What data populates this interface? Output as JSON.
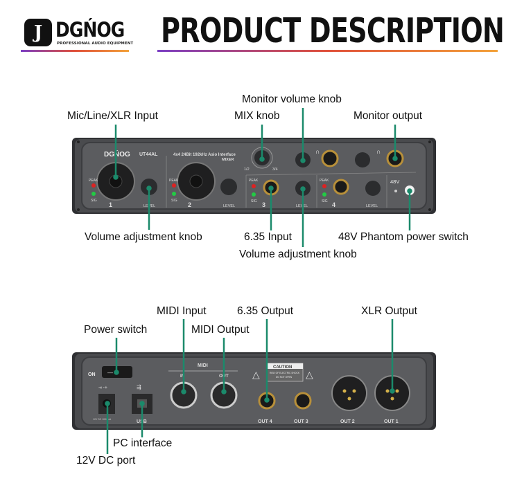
{
  "header": {
    "brand": "DGŃOG",
    "brand_tagline": "PROFESSIONAL AUDIO EQUIPMENT",
    "title": "PRODUCT DESCRIPTION",
    "accent_gradient": [
      "#7b3fc4",
      "#e0503a",
      "#f3a23a"
    ]
  },
  "colors": {
    "leader_line": "#1b8a6b",
    "device_body": "#4a4b4e",
    "faceplate": "#5b5c5f",
    "jack_gold": "#b8903a"
  },
  "front_panel": {
    "brand": "DGŃOG",
    "model": "UT44AL",
    "description": "4x4 24Bit 192kHz Asio Interface",
    "mixer_label": "MIXER",
    "mix_left": "1/2",
    "mix_right": "3/4",
    "peak": "PEAK",
    "sig": "SIG",
    "level": "LEVEL",
    "channels": [
      "1",
      "2",
      "3",
      "4"
    ],
    "phantom": "48V"
  },
  "front_callouts": {
    "mic_input": "Mic/Line/XLR Input",
    "monitor_volume": "Monitor volume knob",
    "mix_knob": "MIX knob",
    "monitor_output": "Monitor output",
    "volume_knob_1": "Volume adjustment knob",
    "input_635": "6.35 Input",
    "volume_knob_2": "Volume adjustment knob",
    "phantom_switch": "48V Phantom power switch"
  },
  "rear_panel": {
    "on": "ON",
    "switch_marks": "— O",
    "dc_label": "12V DC 1000mA",
    "usb": "USB",
    "midi": "MIDI",
    "midi_in": "IN",
    "midi_out": "OUT",
    "caution": "CAUTION",
    "caution_line1": "RISK OF ELECTRIC SHOCK",
    "caution_line2": "DO NOT OPEN",
    "outputs": [
      "OUT 4",
      "OUT 3",
      "OUT 2",
      "OUT 1"
    ]
  },
  "rear_callouts": {
    "midi_input": "MIDI Input",
    "output_635": "6.35 Output",
    "xlr_output": "XLR Output",
    "power_switch": "Power switch",
    "midi_output": "MIDI Output",
    "pc_interface": "PC interface",
    "dc_port": "12V DC port"
  }
}
